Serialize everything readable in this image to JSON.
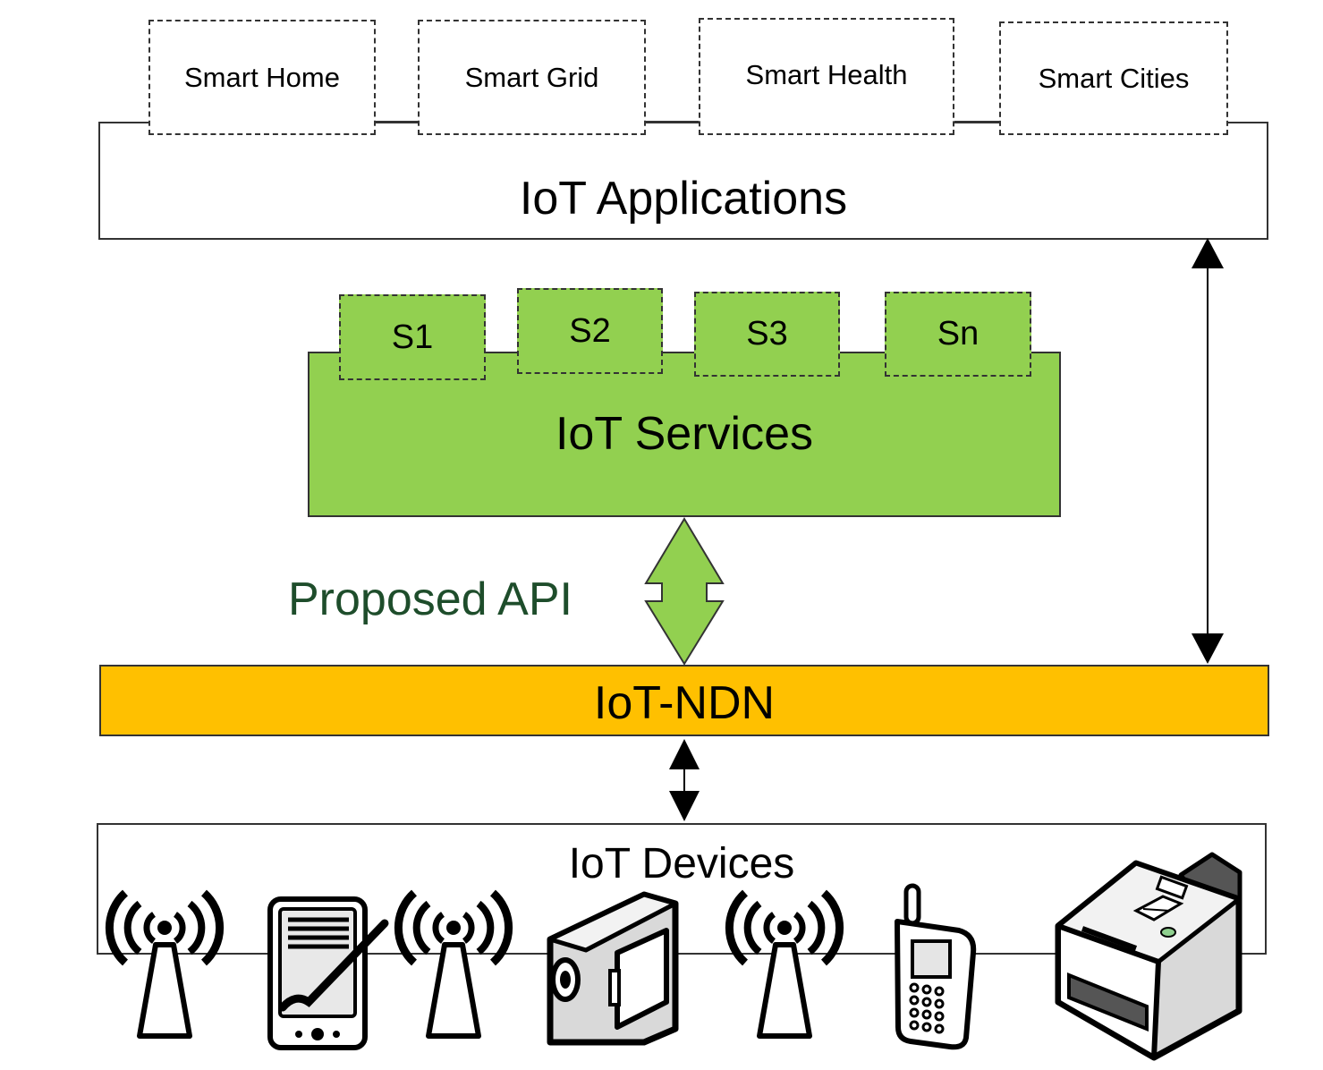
{
  "applications": {
    "title": "IoT Applications",
    "items": [
      "Smart Home",
      "Smart Grid",
      "Smart Health",
      "Smart Cities"
    ]
  },
  "services": {
    "title": "IoT Services",
    "items": [
      "S1",
      "S2",
      "S3",
      "Sn"
    ]
  },
  "api_label": "Proposed API",
  "ndn": {
    "title": "IoT-NDN"
  },
  "devices": {
    "title": "IoT Devices",
    "icons": [
      "antenna-icon",
      "pda-icon",
      "antenna-icon",
      "video-camera-icon",
      "antenna-icon",
      "mobile-phone-icon",
      "printer-icon"
    ]
  },
  "colors": {
    "services_green": "#92d050",
    "ndn_orange": "#ffc000",
    "api_text": "#1e4d2b"
  }
}
